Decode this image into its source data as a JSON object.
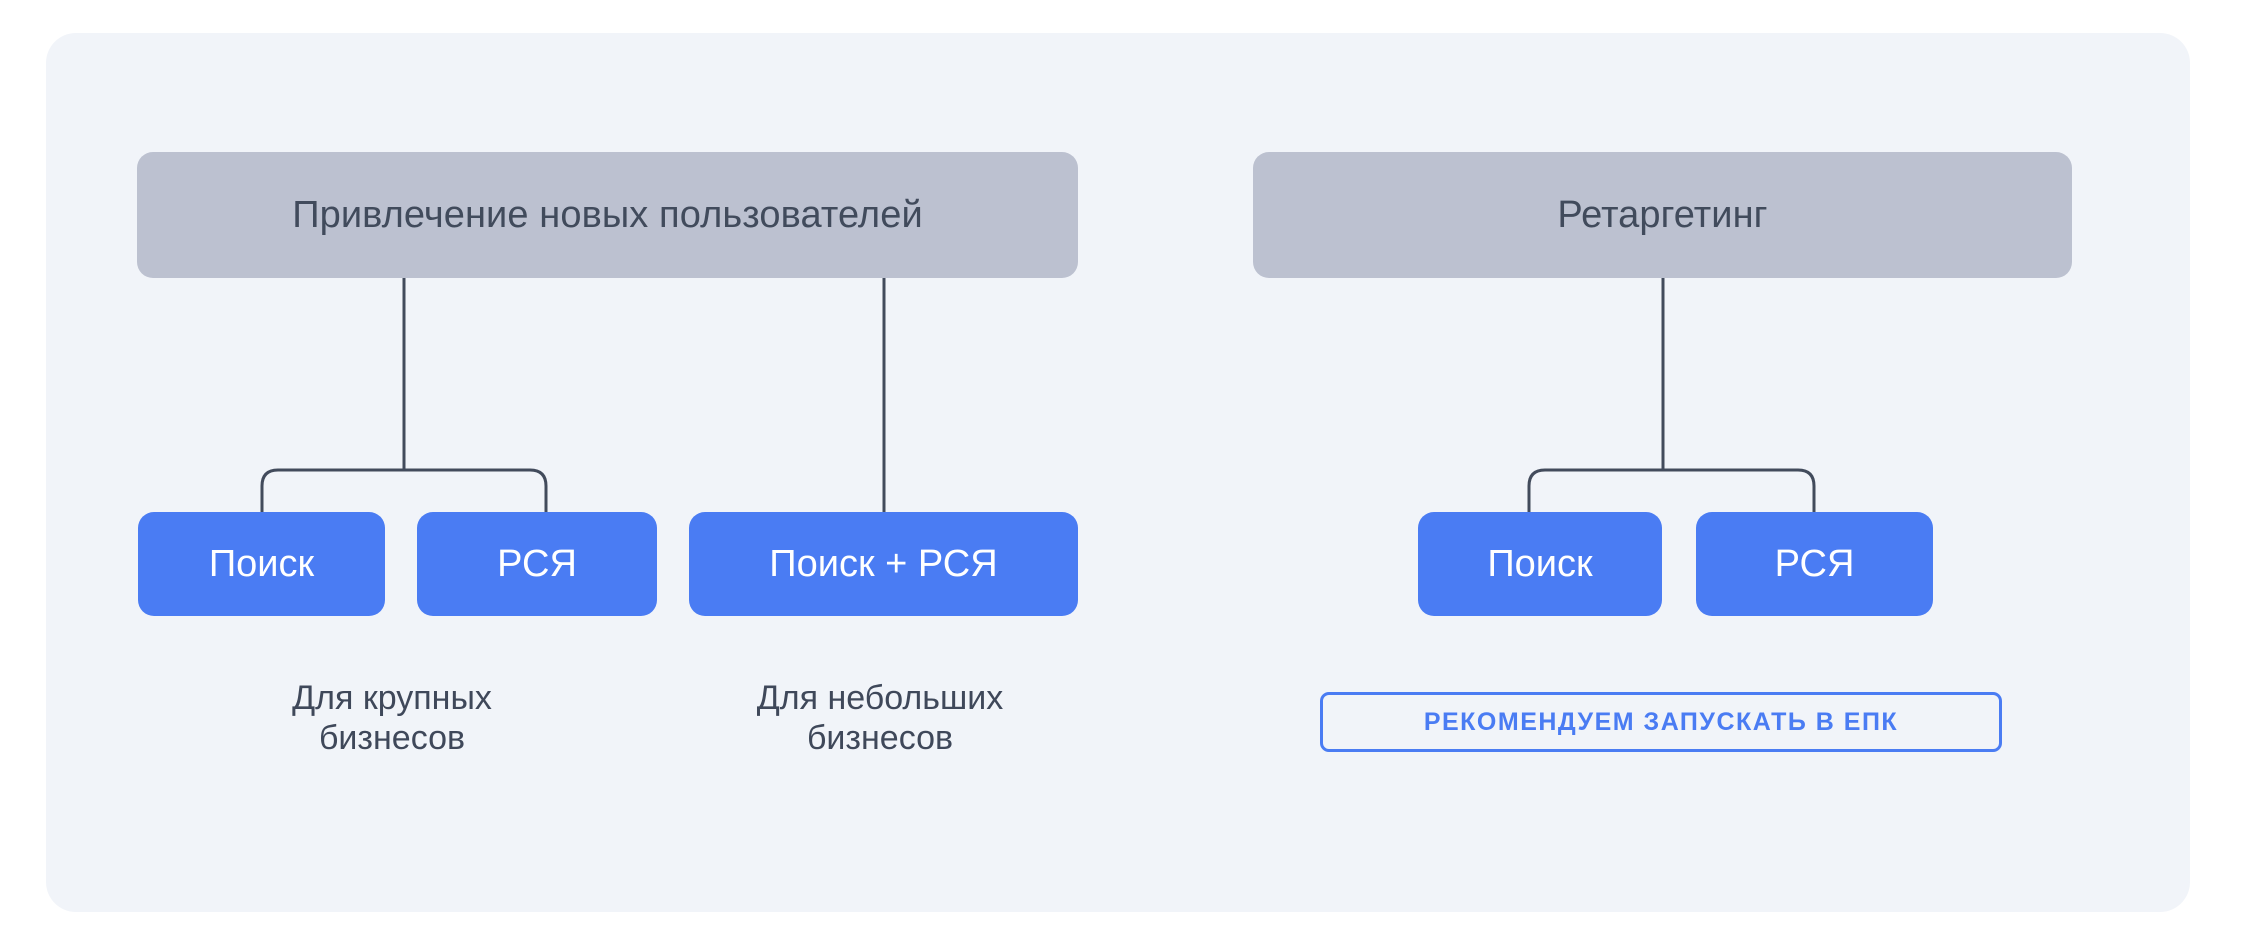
{
  "card": {
    "background_color": "#f1f4f9"
  },
  "theme": {
    "accent_blue": "#4a7cf3",
    "header_grey": "#bcc1d0",
    "text_dark": "#414b5c",
    "connector_stroke": "#424b5c",
    "card_background": "#f1f4f9"
  },
  "groups": [
    {
      "id": "acquisition",
      "header": "Привлечение новых пользователей",
      "branches": [
        {
          "id": "large-business",
          "channels": [
            "Поиск",
            "РСЯ"
          ],
          "caption": "Для крупных\nбизнесов"
        },
        {
          "id": "small-business",
          "channels": [
            "Поиск + РСЯ"
          ],
          "caption": "Для небольших\nбизнесов"
        }
      ]
    },
    {
      "id": "retargeting",
      "header": "Ретаргетинг",
      "branches": [
        {
          "id": "retargeting-channels",
          "channels": [
            "Поиск",
            "РСЯ"
          ],
          "badge": "РЕКОМЕНДУЕМ ЗАПУСКАТЬ В ЕПК"
        }
      ]
    }
  ],
  "headers": {
    "acquisition": "Привлечение новых пользователей",
    "retargeting": "Ретаргетинг"
  },
  "pills": {
    "search_left": "Поиск",
    "rsya_left": "РСЯ",
    "search_plus_rsya": "Поиск + РСЯ",
    "search_right": "Поиск",
    "rsya_right": "РСЯ"
  },
  "captions": {
    "large_business": "Для крупных\nбизнесов",
    "small_business": "Для небольших\nбизнесов"
  },
  "badge": {
    "label": "РЕКОМЕНДУЕМ ЗАПУСКАТЬ В ЕПК"
  }
}
